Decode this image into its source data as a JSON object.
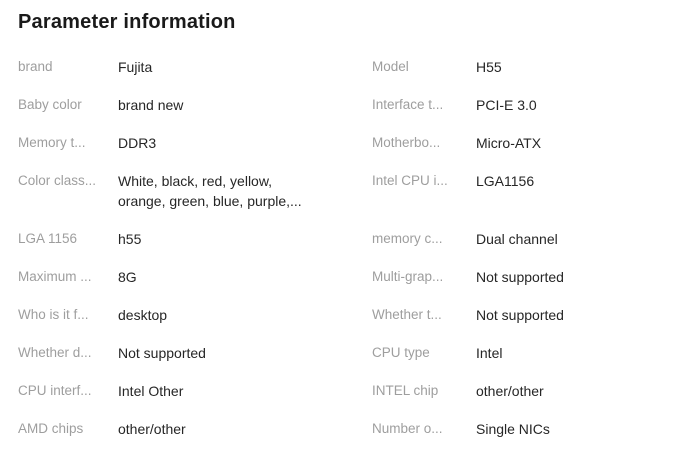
{
  "page": {
    "title": "Parameter information"
  },
  "table": {
    "rows": [
      {
        "left": {
          "label": "brand",
          "value": "Fujita"
        },
        "right": {
          "label": "Model",
          "value": "H55"
        }
      },
      {
        "left": {
          "label": "Baby color",
          "value": "brand new"
        },
        "right": {
          "label": "Interface t...",
          "value": "PCI-E 3.0"
        }
      },
      {
        "left": {
          "label": "Memory t...",
          "value": "DDR3"
        },
        "right": {
          "label": "Motherbo...",
          "value": "Micro-ATX"
        }
      },
      {
        "left": {
          "label": "Color class...",
          "value": "White, black, red, yellow,\norange, green, blue, purple,..."
        },
        "right": {
          "label": "Intel CPU i...",
          "value": "LGA1156"
        }
      },
      {
        "left": {
          "label": "LGA 1156",
          "value": "h55"
        },
        "right": {
          "label": "memory c...",
          "value": "Dual channel"
        }
      },
      {
        "left": {
          "label": "Maximum ...",
          "value": "8G"
        },
        "right": {
          "label": "Multi-grap...",
          "value": "Not supported"
        }
      },
      {
        "left": {
          "label": "Who is it f...",
          "value": "desktop"
        },
        "right": {
          "label": "Whether t...",
          "value": "Not supported"
        }
      },
      {
        "left": {
          "label": "Whether d...",
          "value": "Not supported"
        },
        "right": {
          "label": "CPU type",
          "value": "Intel"
        }
      },
      {
        "left": {
          "label": "CPU interf...",
          "value": "Intel Other"
        },
        "right": {
          "label": "INTEL chip",
          "value": "other/other"
        }
      },
      {
        "left": {
          "label": "AMD chips",
          "value": "other/other"
        },
        "right": {
          "label": "Number o...",
          "value": "Single NICs"
        }
      }
    ]
  },
  "colors": {
    "background": "#ffffff",
    "title_text": "#1a1a1a",
    "label_text": "#9e9e9e",
    "value_text": "#262626"
  }
}
